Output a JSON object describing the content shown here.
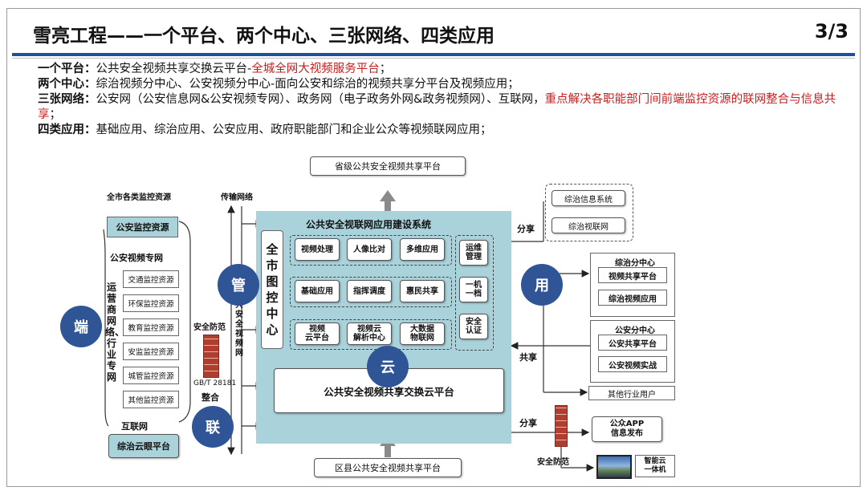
{
  "title": "雪亮工程——一个平台、两个中心、三张网络、四类应用",
  "page_number": "3/3",
  "intro": {
    "line1_label": "一个平台：",
    "line1_text": "公共安全视频共享交换云平台-",
    "line1_red": "全城全网大视频服务平台",
    "line1_end": "；",
    "line2_label": "两个中心：",
    "line2_text": "综治视频分中心、公安视频分中心-面向公安和综治的视频共享分平台及视频应用；",
    "line3_label": "三张网络：",
    "line3_text": "公安网（公安信息网&公安视频专网）、政务网（电子政务外网&政务视频网）、互联网，",
    "line3_red": "重点解决各职能部门间前端监控资源的联网整合与信息共享",
    "line3_end": "；",
    "line4_label": "四类应用：",
    "line4_text": "基础应用、综治应用、公安应用、政府职能部门和企业公众等视频联网应用；"
  },
  "diagram": {
    "top_platform": "省级公共安全视频共享平台",
    "bottom_platform": "区县公共安全视频共享平台",
    "system_title": "公共安全视联网应用建设系统",
    "center_label": "全市图控中心",
    "cloud_platform": "公共安全视频共享交换云平台",
    "apps": [
      "视频处理",
      "人像比对",
      "多维应用",
      "基础应用",
      "指挥调度",
      "惠民共享",
      "视频\n云平台",
      "视频云\n解析中心",
      "大数据\n物联网"
    ],
    "side_apps": [
      "运维\n管理",
      "一机\n一档",
      "安全\n认证"
    ],
    "left": {
      "all_resources": "全市各类监控资源",
      "transport": "传输网络",
      "police_resources": "公安监控资源",
      "police_network": "公安视频专网",
      "operator_network": "运营商网络、行业专网",
      "operator_items": [
        "交通监控资源",
        "环保监控资源",
        "教育监控资源",
        "安监监控资源",
        "城管监控资源",
        "其他监控资源"
      ],
      "internet": "互联网",
      "cloud_eye": "综治云眼平台",
      "security": "安全防范",
      "gbt": "GB/T 28181",
      "integrate": "整合",
      "transport_vertical": "公共安全视频网"
    },
    "circles": {
      "end": "端",
      "manage": "管",
      "link": "联",
      "cloud": "云",
      "use": "用"
    },
    "right": {
      "share_top": "分享",
      "comp_info": "综治信息系统",
      "comp_view": "综治视联网",
      "zz_center": "综治分中心",
      "zz_share": "视频共享平台",
      "zz_app": "综治视频应用",
      "ga_center": "公安分中心",
      "ga_share": "公安共享平台",
      "ga_practice": "公安视频实战",
      "share_mid": "共享",
      "other_users": "其他行业用户",
      "share_bottom": "分享",
      "public_app": "公众APP\n信息发布",
      "security": "安全防范",
      "smart_cloud": "智能云\n一体机"
    }
  }
}
